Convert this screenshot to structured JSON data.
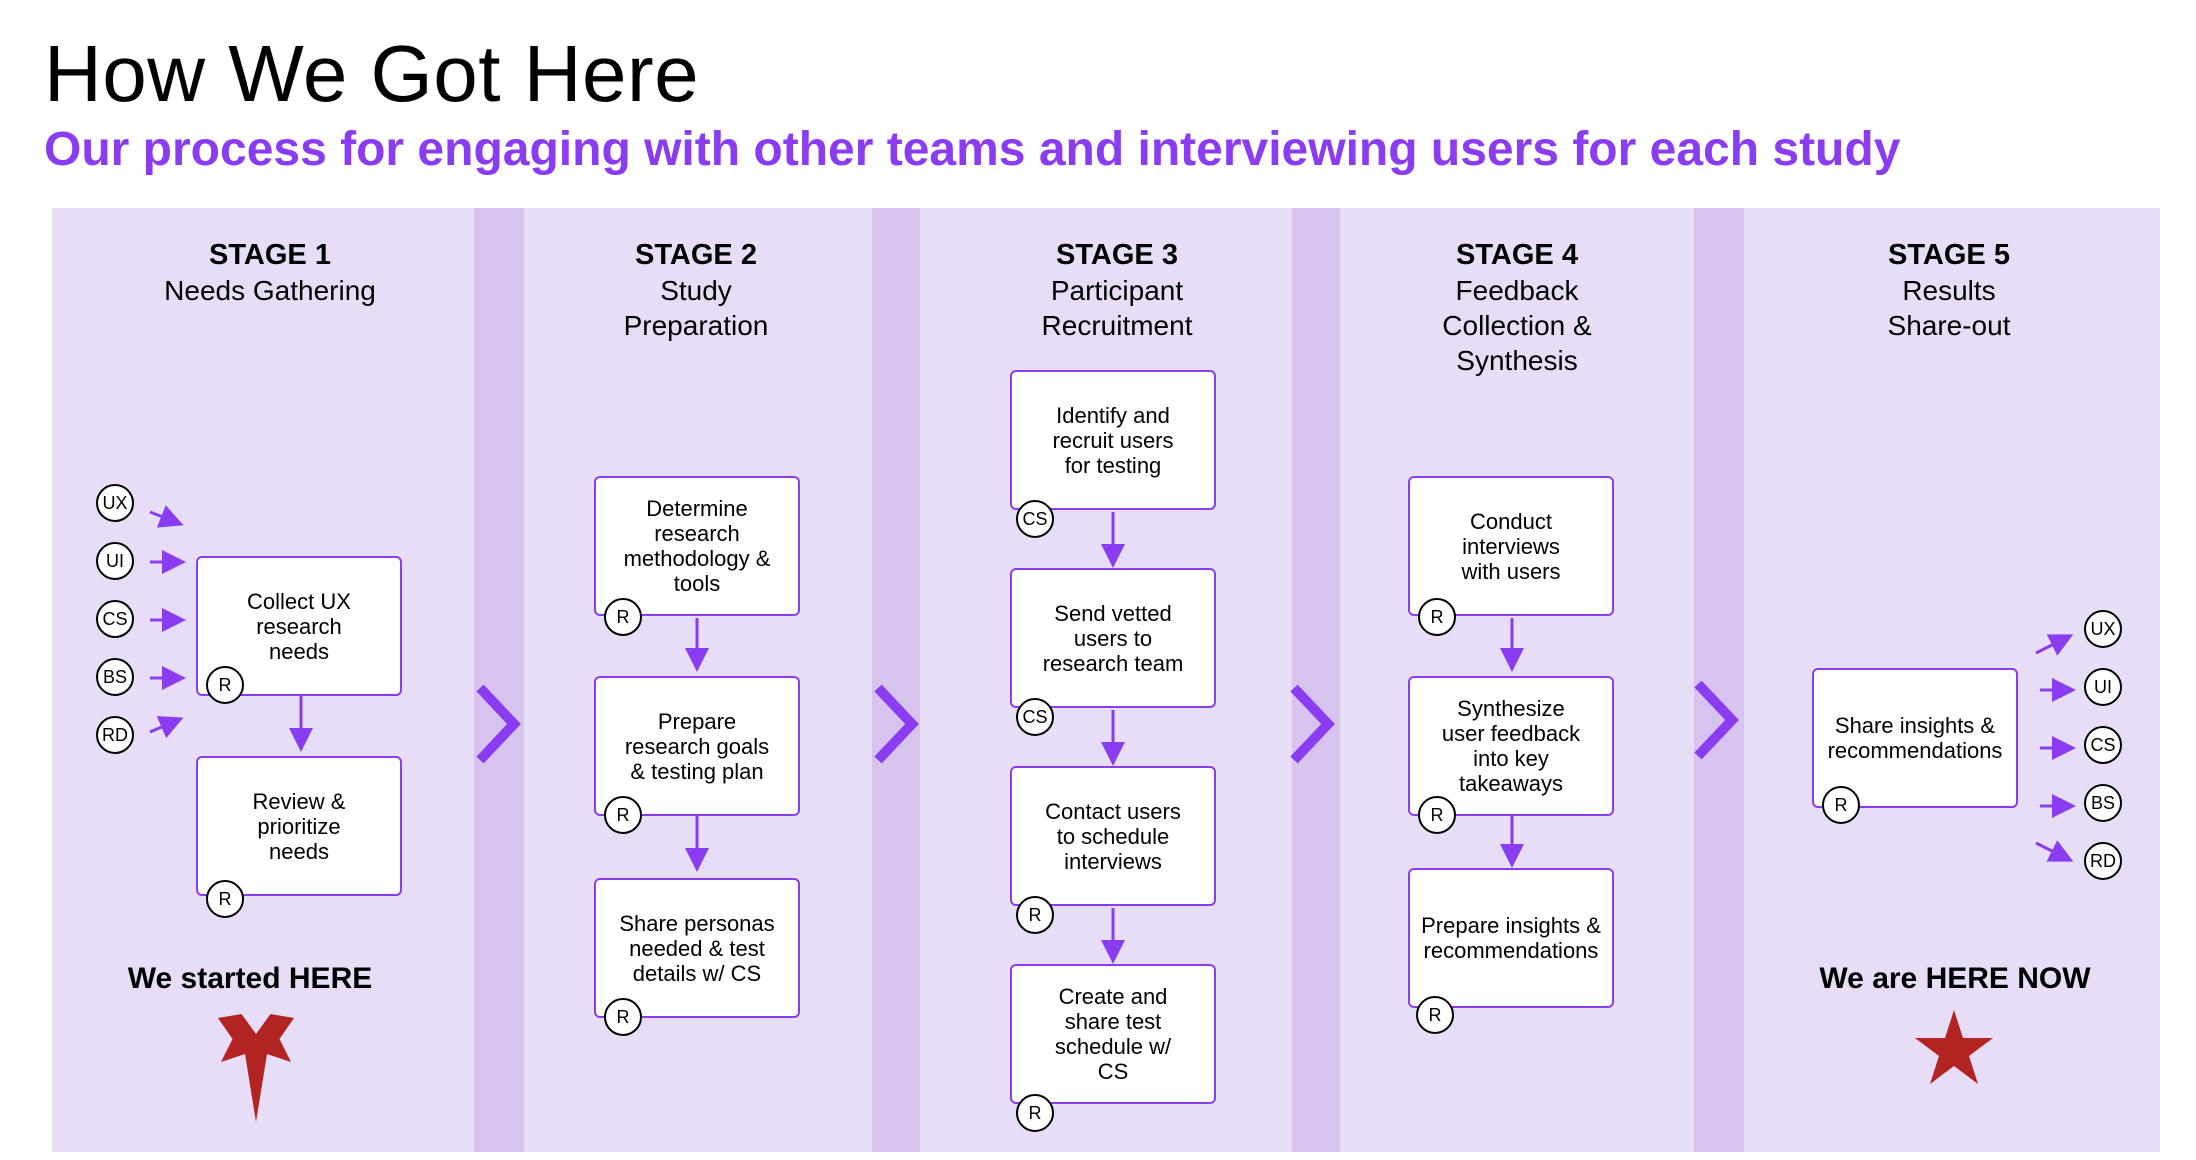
{
  "page": {
    "title": "How We Got Here",
    "subtitle": "Our process for engaging with other teams and interviewing users for each study"
  },
  "colors": {
    "accent": "#8a3cf0",
    "stage_fill": "#e8ddf6",
    "gap_fill": "#d8c2ee",
    "star": "#b12421"
  },
  "stages": [
    {
      "number": "STAGE 1",
      "name": "Needs Gathering",
      "inputs": [
        "UX",
        "UI",
        "CS",
        "BS",
        "RD"
      ],
      "boxes": [
        {
          "text": "Collect UX\nresearch\nneeds",
          "badge": "R"
        },
        {
          "text": "Review &\nprioritize\nneeds",
          "badge": "R"
        }
      ],
      "note": "We started HERE"
    },
    {
      "number": "STAGE 2",
      "name": "Study\nPreparation",
      "boxes": [
        {
          "text": "Determine\nresearch\nmethodology &\ntools",
          "badge": "R"
        },
        {
          "text": "Prepare\nresearch goals\n& testing plan",
          "badge": "R"
        },
        {
          "text": "Share personas\nneeded & test\ndetails w/ CS",
          "badge": "R"
        }
      ]
    },
    {
      "number": "STAGE 3",
      "name": "Participant\nRecruitment",
      "boxes": [
        {
          "text": "Identify and\nrecruit users\nfor testing",
          "badge": "CS"
        },
        {
          "text": "Send vetted\nusers to\nresearch team",
          "badge": "CS"
        },
        {
          "text": "Contact users\nto schedule\ninterviews",
          "badge": "R"
        },
        {
          "text": "Create and\nshare test\nschedule w/\nCS",
          "badge": "R"
        }
      ]
    },
    {
      "number": "STAGE 4",
      "name": "Feedback\nCollection &\nSynthesis",
      "boxes": [
        {
          "text": "Conduct\ninterviews\nwith users",
          "badge": "R"
        },
        {
          "text": "Synthesize\nuser feedback\ninto key\ntakeaways",
          "badge": "R"
        },
        {
          "text": "Prepare insights &\nrecommendations",
          "badge": "R"
        }
      ]
    },
    {
      "number": "STAGE 5",
      "name": "Results\nShare-out",
      "outputs": [
        "UX",
        "UI",
        "CS",
        "BS",
        "RD"
      ],
      "boxes": [
        {
          "text": "Share insights &\nrecommendations",
          "badge": "R"
        }
      ],
      "note": "We are HERE NOW"
    }
  ]
}
